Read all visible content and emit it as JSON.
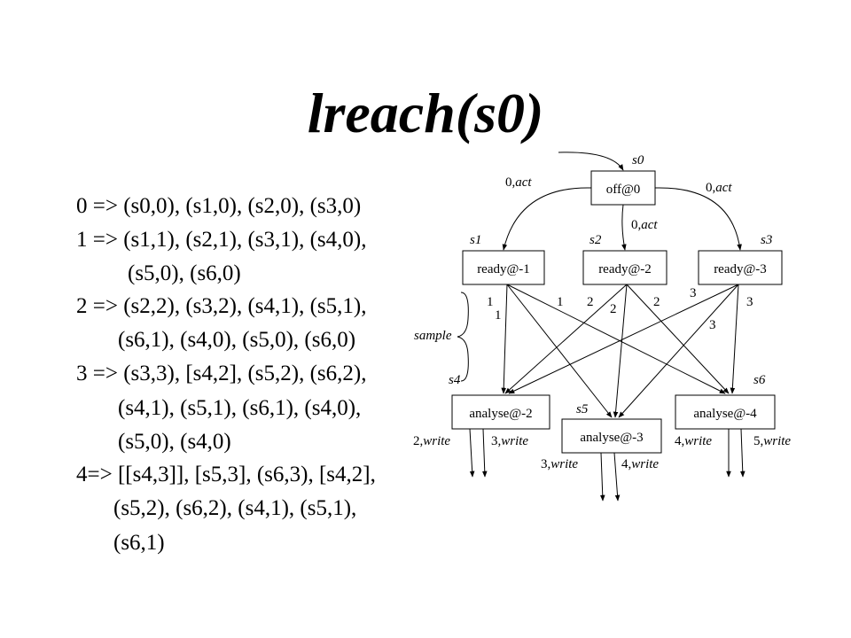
{
  "title": "lreach(s0)",
  "lines": [
    "0 => (s0,0), (s1,0), (s2,0), (s3,0)",
    "1 => (s1,1), (s2,1), (s3,1), (s4,0),",
    "(s5,0), (s6,0)",
    "2 => (s2,2), (s3,2), (s4,1), (s5,1),",
    "(s6,1), (s4,0), (s5,0), (s6,0)",
    "3 => (s3,3), [s4,2], (s5,2), (s6,2),",
    "(s4,1), (s5,1), (s6,1), (s4,0),",
    "(s5,0), (s4,0)",
    "4=> [[s4,3]], [s5,3], (s6,3), [s4,2],",
    "(s5,2), (s6,2), (s4,1), (s5,1),",
    "(s6,1)"
  ],
  "diagram": {
    "nodes": {
      "off0": "off@0",
      "ready1": "ready@-1",
      "ready2": "ready@-2",
      "ready3": "ready@-3",
      "analyse2": "analyse@-2",
      "analyse3": "analyse@-3",
      "analyse4": "analyse@-4"
    },
    "states": {
      "s0": "s0",
      "s1": "s1",
      "s2": "s2",
      "s3": "s3",
      "s4": "s4",
      "s5": "s5",
      "s6": "s6"
    },
    "act_labels": {
      "left_num": "0,",
      "mid_num": "0,",
      "right_num": "0,",
      "act": "act"
    },
    "weights": {
      "r1_a": "1",
      "r1_b": "1",
      "r1_c": "1",
      "r2_a": "2",
      "r2_b": "2",
      "r2_c": "2",
      "r3_a": "3",
      "r3_b": "3",
      "r3_c": "3"
    },
    "sample": "sample",
    "write_labels": {
      "a2_left_num": "2,",
      "a2_right_num": "3,",
      "a3_left_num": "3,",
      "a3_right_num": "4,",
      "a4_left_num": "4,",
      "a4_right_num": "5,",
      "write": "write"
    }
  }
}
